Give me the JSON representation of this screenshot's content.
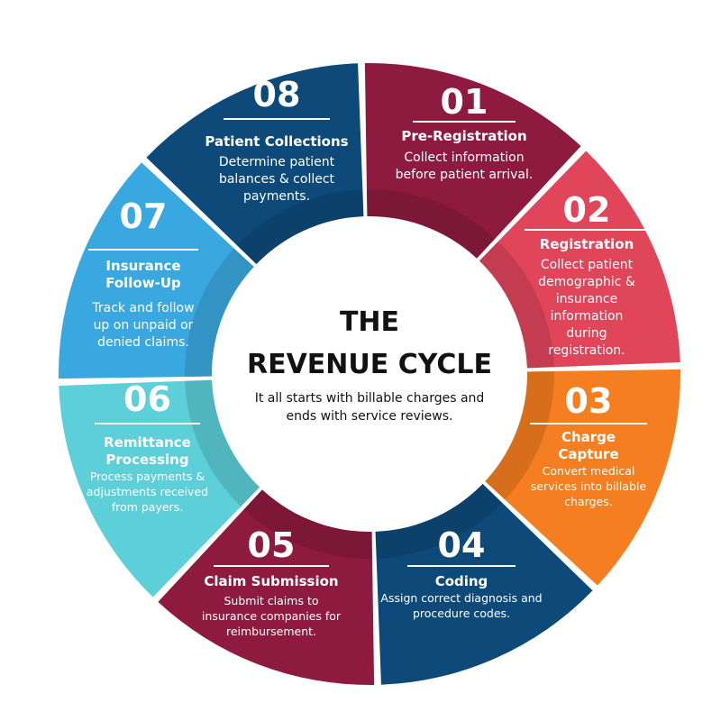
{
  "center": {
    "title_line1": "THE",
    "title_line2": "REVENUE CYCLE",
    "subtitle_line1": "It all starts with billable charges and",
    "subtitle_line2": "ends with service reviews."
  },
  "colors": {
    "pre_registration": "#8e1b3f",
    "registration": "#e0455a",
    "charge_capture": "#f57e20",
    "coding": "#0d4a7a",
    "claim_submission": "#8e1b3f",
    "remittance_processing": "#5ccfd8",
    "insurance_follow_up": "#3aa8e0",
    "patient_collections": "#0d4a7a"
  },
  "steps": [
    {
      "number": "01",
      "title": [
        "Pre-Registration"
      ],
      "description": [
        "Collect information",
        "before patient arrival."
      ]
    },
    {
      "number": "02",
      "title": [
        "Registration"
      ],
      "description": [
        "Collect patient",
        "demographic &",
        "insurance",
        "information",
        "during",
        "registration."
      ]
    },
    {
      "number": "03",
      "title": [
        "Charge",
        "Capture"
      ],
      "description": [
        "Convert medical",
        "services into billable",
        "charges."
      ]
    },
    {
      "number": "04",
      "title": [
        "Coding"
      ],
      "description": [
        "Assign correct diagnosis and",
        "procedure codes."
      ]
    },
    {
      "number": "05",
      "title": [
        "Claim Submission"
      ],
      "description": [
        "Submit claims to",
        "insurance companies for",
        "reimbursement."
      ]
    },
    {
      "number": "06",
      "title": [
        "Remittance",
        "Processing"
      ],
      "description": [
        "Process payments &",
        "adjustments received",
        "from payers."
      ]
    },
    {
      "number": "07",
      "title": [
        "Insurance",
        "Follow-Up"
      ],
      "description": [
        "Track and follow",
        "up on unpaid or",
        "denied claims."
      ]
    },
    {
      "number": "08",
      "title": [
        "Patient Collections"
      ],
      "description": [
        "Determine patient",
        "balances & collect",
        "payments."
      ]
    }
  ]
}
